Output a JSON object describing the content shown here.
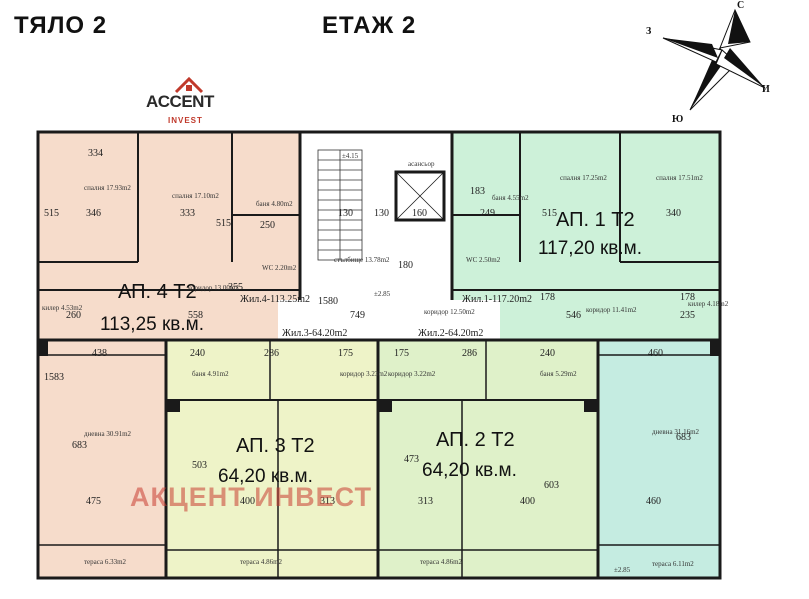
{
  "header": {
    "body_label": "ТЯЛО 2",
    "floor_label": "ЕТАЖ 2"
  },
  "logo": {
    "brand": "ACCENT",
    "sub": "INVEST"
  },
  "compass": {
    "n": "С",
    "s": "Ю",
    "e": "И",
    "w": "З"
  },
  "watermark": "АКЦЕНТ ИНВЕСТ",
  "apartments": {
    "a4": {
      "name": "АП. 4 Т2",
      "area": "113,25 кв.м."
    },
    "a3": {
      "name": "АП. 3 Т2",
      "area": "64,20 кв.м."
    },
    "a2": {
      "name": "АП. 2 Т2",
      "area": "64,20 кв.м."
    },
    "a1": {
      "name": "АП. 1 Т2",
      "area": "117,20 кв.м."
    }
  },
  "dims": {
    "d334": "334",
    "d346": "346",
    "d333": "333",
    "d515": "515",
    "d515b": "515",
    "d250": "250",
    "d355": "355",
    "d260": "260",
    "d558": "558",
    "d438": "438",
    "d1583": "1583",
    "d683": "683",
    "d475": "475",
    "d240": "240",
    "d286": "286",
    "d175": "175",
    "d175b": "175",
    "d286b": "286",
    "d240b": "240",
    "d749": "749",
    "d1580": "1580",
    "d130": "130",
    "d130b": "130",
    "d160": "160",
    "d249": "249",
    "d183": "183",
    "d180": "180",
    "d546": "546",
    "d235": "235",
    "d178": "178",
    "d178b": "178",
    "d460": "460",
    "d683b": "683",
    "d460b": "460",
    "d400": "400",
    "d313": "313",
    "d313b": "313",
    "d400b": "400",
    "d503": "503",
    "d473": "473",
    "d603": "603",
    "d340": "340",
    "d515c": "515"
  },
  "zones": {
    "z4": "Жил.4-113.25m2",
    "z1": "Жил.1-117.20m2",
    "z3": "Жил.3-64.20m2",
    "z2": "Жил.2-64.20m2"
  },
  "rooms": {
    "r1": "спалня 17.93m2",
    "r2": "спалня 17.10m2",
    "r3": "баня 4.80m2",
    "r4": "WC 2.20m2",
    "r5": "килер 4.53m2",
    "r6": "коридор 13.00m2",
    "r7": "дневна 30.91m2",
    "r8": "тераса 6.33m2",
    "r9": "стълбище 13.78m2",
    "r10": "асансьор",
    "r11": "коридор 12.50m2",
    "r12": "спалня 17.25m2",
    "r13": "спалня 17.51m2",
    "r14": "баня 4.55m2",
    "r15": "WC 2.50m2",
    "r16": "килер 4.18m2",
    "r17": "коридор 11.41m2",
    "r18": "дневна 31.16m2",
    "r19": "тераса 6.11m2",
    "r20": "баня 4.91m2",
    "r21": "коридор 3.23m2",
    "r22": "тераса 4.86m2",
    "r23": "коридор 3.22m2",
    "r24": "баня 5.29m2",
    "r25": "тераса 4.86m2"
  },
  "level_marks": {
    "l1": "±2.85",
    "l2": "±2.85",
    "l3": "±4.15"
  },
  "colors": {
    "apt4": "#f6dccb",
    "apt3": "#eef3c8",
    "apt2": "#dff1c9",
    "apt1": "#cdf1d9",
    "apt1_edge": "#bfe9e6",
    "watermark": "#c83c32",
    "wall": "#1a1a1a"
  }
}
